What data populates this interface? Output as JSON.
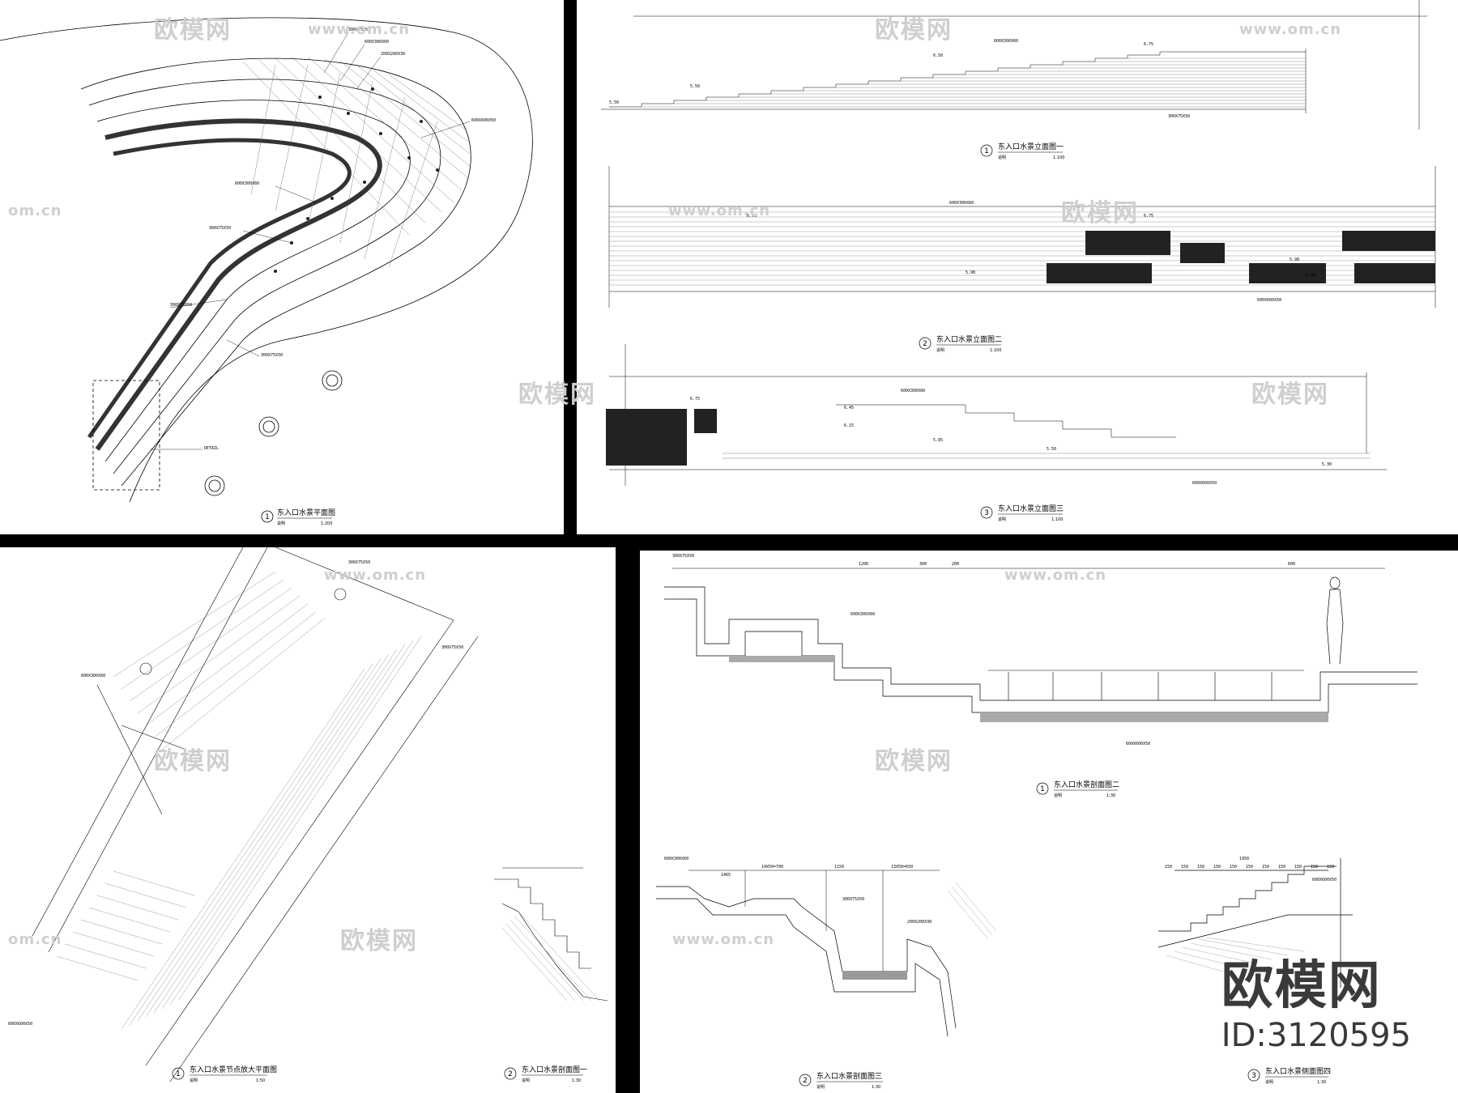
{
  "panels": {
    "plan": {
      "number": "1",
      "title": "东入口水景平面图",
      "scale": "1:200",
      "label_prefix": "说明"
    },
    "elevation1": {
      "number": "1",
      "title": "东入口水景立面图一",
      "scale": "1:100",
      "label_prefix": "说明"
    },
    "elevation2": {
      "number": "2",
      "title": "东入口水景立面图二",
      "scale": "1:100",
      "label_prefix": "说明"
    },
    "elevation3": {
      "number": "3",
      "title": "东入口水景立面图三",
      "scale": "1:100",
      "label_prefix": "说明"
    },
    "detail_plan": {
      "number": "1",
      "title": "东入口水景节点放大平面图",
      "scale": "1:50",
      "label_prefix": "说明"
    },
    "section1": {
      "number": "2",
      "title": "东入口水景剖面图一",
      "scale": "1:30",
      "label_prefix": "说明"
    },
    "section2": {
      "number": "1",
      "title": "东入口水景剖面图二",
      "scale": "1:30",
      "label_prefix": "说明"
    },
    "section3": {
      "number": "2",
      "title": "东入口水景剖面图三",
      "scale": "1:30",
      "label_prefix": "说明"
    },
    "section4": {
      "number": "3",
      "title": "东入口水景侧面图四",
      "scale": "1:30",
      "label_prefix": "说明"
    }
  },
  "elevation_marks": {
    "e1": [
      "5.50",
      "5.50",
      "6.50",
      "6.75"
    ],
    "e2": [
      "6.75",
      "6.75",
      "5.98",
      "5.98",
      "5.98"
    ],
    "e3": [
      "6.75",
      "6.45",
      "6.15",
      "5.85",
      "5.50",
      "5.30"
    ]
  },
  "material_notes": {
    "stone_a": "600X300X60",
    "stone_b": "300X75X50",
    "stone_c": "600X600X50",
    "stone_d": "200X200X30"
  },
  "section_dims": {
    "s2": [
      "1200",
      "300",
      "200",
      "600"
    ],
    "s3": [
      "14X50=700",
      "1150",
      "13X50=650",
      "1465"
    ],
    "s4": [
      "150",
      "150",
      "150",
      "150",
      "150",
      "150",
      "150",
      "150",
      "150",
      "150",
      "150",
      "1950"
    ]
  },
  "watermarks": {
    "brand_cn": "欧模网",
    "url": "www.om.cn",
    "url_short": "om.cn"
  },
  "badge": {
    "logo": "欧模网",
    "id": "ID:3120595"
  }
}
